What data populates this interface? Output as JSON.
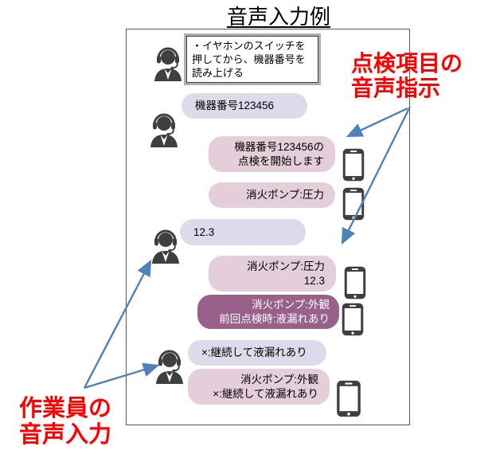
{
  "title": "音声入力例",
  "colors": {
    "bubble-worker": "#dcdaeb",
    "bubble-app": "#e4ced9",
    "bubble-alert": "#996189",
    "icon-gray": "#3f3f3f",
    "arrow-blue": "#4f81bd",
    "label-red": "#ff0000",
    "box-border": "#595959"
  },
  "notes": {
    "instruction": "・イヤホンのスイッチを押してから、機器番号を読み上げる"
  },
  "labels": {
    "voice_instruction": "点検項目の\n音声指示",
    "voice_input": "作業員の\n音声入力"
  },
  "conversation": [
    {
      "speaker": "worker",
      "text": "機器番号123456"
    },
    {
      "speaker": "app",
      "text": "機器番号123456の\n点検を開始します"
    },
    {
      "speaker": "app",
      "text": "消火ポンプ:圧力"
    },
    {
      "speaker": "worker",
      "text": "12.3"
    },
    {
      "speaker": "app",
      "text": "消火ポンプ:圧力\n12.3"
    },
    {
      "speaker": "app_alert",
      "text": "消火ポンプ:外観\n前回点検時:液漏れあり"
    },
    {
      "speaker": "worker",
      "text": "×:継続して液漏れあり"
    },
    {
      "speaker": "app",
      "text": "消火ポンプ:外観\n×:継続して液漏れあり"
    }
  ],
  "icons": {
    "worker": "headset-operator-icon",
    "device": "smartphone-icon"
  }
}
